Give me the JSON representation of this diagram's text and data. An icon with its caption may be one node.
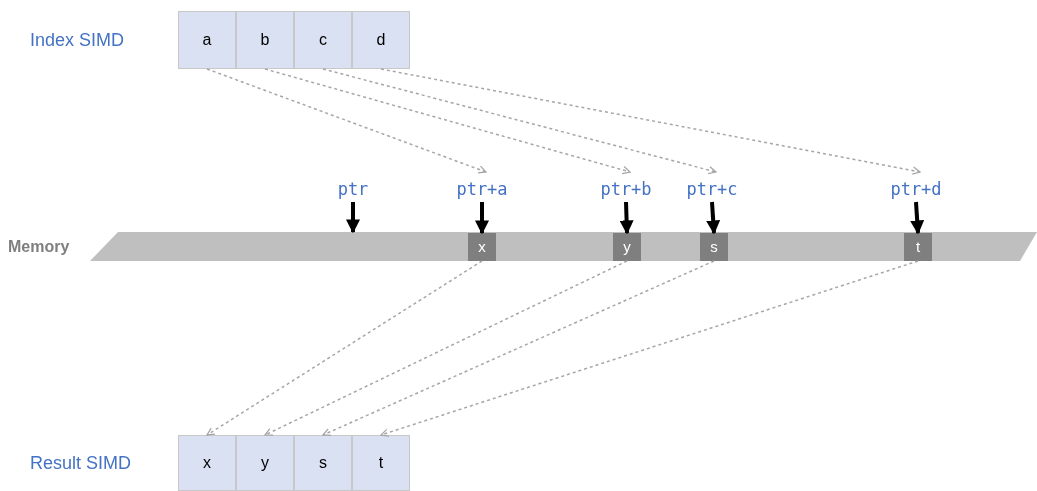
{
  "diagram": {
    "nodes": [
      {
        "text": [
          "Index SIMD"
        ]
      },
      {
        "text": [
          "a"
        ],
        "in": 0
      },
      {
        "text": [
          "b"
        ],
        "in": 0
      },
      {
        "text": [
          "c"
        ],
        "in": 0
      },
      {
        "text": [
          "d"
        ],
        "in": 0
      },
      {
        "text": [
          "Memory"
        ]
      },
      {
        "text": [
          "x"
        ],
        "in": 5
      },
      {
        "text": [
          "y"
        ],
        "in": 5
      },
      {
        "text": [
          "s"
        ],
        "in": 5
      },
      {
        "text": [
          "t"
        ],
        "in": 5
      },
      {
        "text": [
          "Result SIMD"
        ]
      },
      {
        "text": [
          "x"
        ],
        "in": 10
      },
      {
        "text": [
          "y"
        ],
        "in": 10
      },
      {
        "text": [
          "s"
        ],
        "in": 10
      },
      {
        "text": [
          "t"
        ],
        "in": 10
      },
      {
        "text": [
          "ptr"
        ]
      },
      {
        "text": [
          "ptr+a"
        ]
      },
      {
        "text": [
          "ptr+b"
        ]
      },
      {
        "text": [
          "ptr+c"
        ]
      },
      {
        "text": [
          "ptr+d"
        ]
      }
    ],
    "edges": [
      {
        "from": 1,
        "to": 16,
        "arrow": "to",
        "style": "dashed",
        "color": "#a6a6a6"
      },
      {
        "from": 2,
        "to": 17,
        "arrow": "to",
        "style": "dashed",
        "color": "#a6a6a6"
      },
      {
        "from": 3,
        "to": 18,
        "arrow": "to",
        "style": "dashed",
        "color": "#a6a6a6"
      },
      {
        "from": 4,
        "to": 19,
        "arrow": "to",
        "style": "dashed",
        "color": "#a6a6a6"
      },
      {
        "from": 15,
        "to": 5,
        "arrow": "to",
        "style": "thick",
        "color": "#000000"
      },
      {
        "from": 16,
        "to": 6,
        "arrow": "to",
        "style": "thick",
        "color": "#000000"
      },
      {
        "from": 17,
        "to": 7,
        "arrow": "to",
        "style": "thick",
        "color": "#000000"
      },
      {
        "from": 18,
        "to": 8,
        "arrow": "to",
        "style": "thick",
        "color": "#000000"
      },
      {
        "from": 19,
        "to": 9,
        "arrow": "to",
        "style": "thick",
        "color": "#000000"
      },
      {
        "from": 6,
        "to": 11,
        "arrow": "to",
        "style": "dashed",
        "color": "#a6a6a6"
      },
      {
        "from": 7,
        "to": 12,
        "arrow": "to",
        "style": "dashed",
        "color": "#a6a6a6"
      },
      {
        "from": 8,
        "to": 13,
        "arrow": "to",
        "style": "dashed",
        "color": "#a6a6a6"
      },
      {
        "from": 9,
        "to": 14,
        "arrow": "to",
        "style": "dashed",
        "color": "#a6a6a6"
      }
    ]
  }
}
